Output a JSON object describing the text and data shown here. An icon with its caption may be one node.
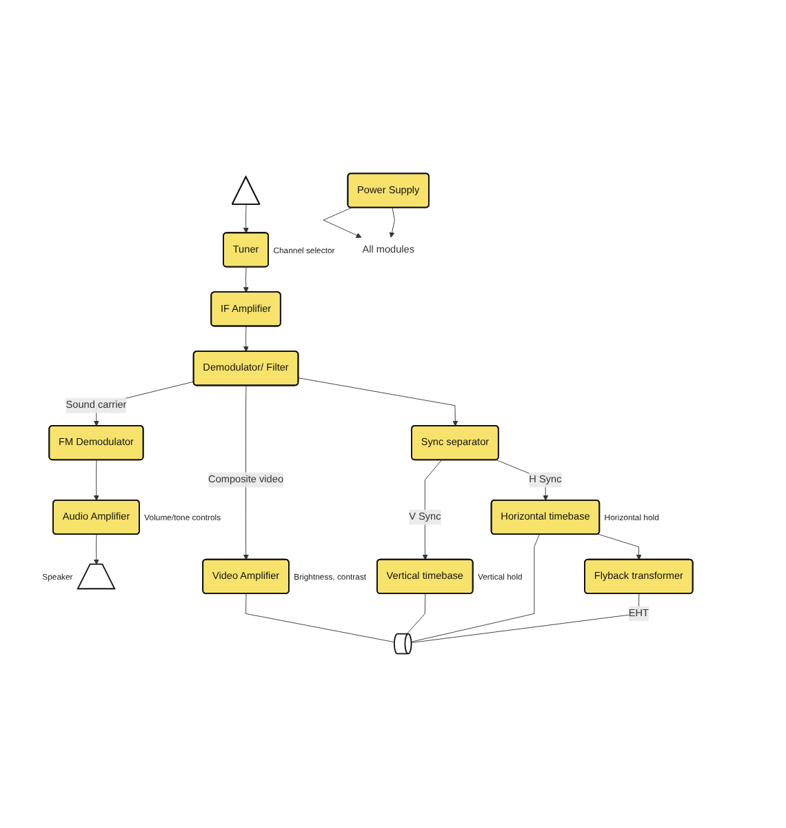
{
  "diagram": {
    "nodes": [
      {
        "text": [],
        "shape": "antenna"
      },
      {
        "text": [
          "Tuner"
        ],
        "beside": [
          "Channel selector"
        ]
      },
      {
        "text": [
          "IF Amplifier"
        ]
      },
      {
        "text": [
          "Demodulator/ Filter"
        ]
      },
      {
        "text": [
          "FM Demodulator"
        ]
      },
      {
        "text": [
          "Audio Amplifier"
        ],
        "beside": [
          "Volume/tone controls"
        ]
      },
      {
        "text": [],
        "shape": "speaker",
        "beside": [
          "Speaker"
        ]
      },
      {
        "text": [
          "Video Amplifier"
        ],
        "beside": [
          "Brightness, contrast"
        ]
      },
      {
        "text": [
          "Sync separator"
        ]
      },
      {
        "text": [
          "Vertical timebase"
        ],
        "beside": [
          "Vertical hold"
        ]
      },
      {
        "text": [],
        "shape": "tube"
      },
      {
        "text": [
          "Horizontal timebase"
        ],
        "beside": [
          "Horizontal hold"
        ]
      },
      {
        "text": [
          "Flyback transformer"
        ]
      },
      {
        "text": [
          "Power Supply"
        ]
      },
      {
        "text": [
          "All modules"
        ]
      }
    ],
    "edges": [
      {
        "from": 0,
        "to": 1,
        "arrow": "to"
      },
      {
        "from": 1,
        "to": 2,
        "arrow": "to"
      },
      {
        "from": 2,
        "to": 3,
        "arrow": "to"
      },
      {
        "from": 3,
        "to": 4,
        "label": "Sound carrier",
        "arrow": "to"
      },
      {
        "from": 4,
        "to": 5,
        "arrow": "to"
      },
      {
        "from": 5,
        "to": 6,
        "arrow": "to"
      },
      {
        "from": 3,
        "to": 7,
        "label": "Composite video",
        "arrow": "to"
      },
      {
        "from": 3,
        "to": 8,
        "arrow": "to"
      },
      {
        "from": 7,
        "to": 10,
        "arrow": "none"
      },
      {
        "from": 8,
        "to": 9,
        "label": "V Sync",
        "arrow": "to"
      },
      {
        "from": 8,
        "to": 11,
        "label": "H Sync",
        "arrow": "to"
      },
      {
        "from": 9,
        "to": 10,
        "arrow": "none"
      },
      {
        "from": 11,
        "to": 12,
        "arrow": "to"
      },
      {
        "from": 11,
        "to": 10,
        "arrow": "none"
      },
      {
        "from": 12,
        "to": 10,
        "label": "EHT",
        "arrow": "none"
      },
      {
        "from": 13,
        "to": 14,
        "arrow": "to"
      },
      {
        "from": 13,
        "to": 14,
        "arrow": "to"
      }
    ]
  }
}
